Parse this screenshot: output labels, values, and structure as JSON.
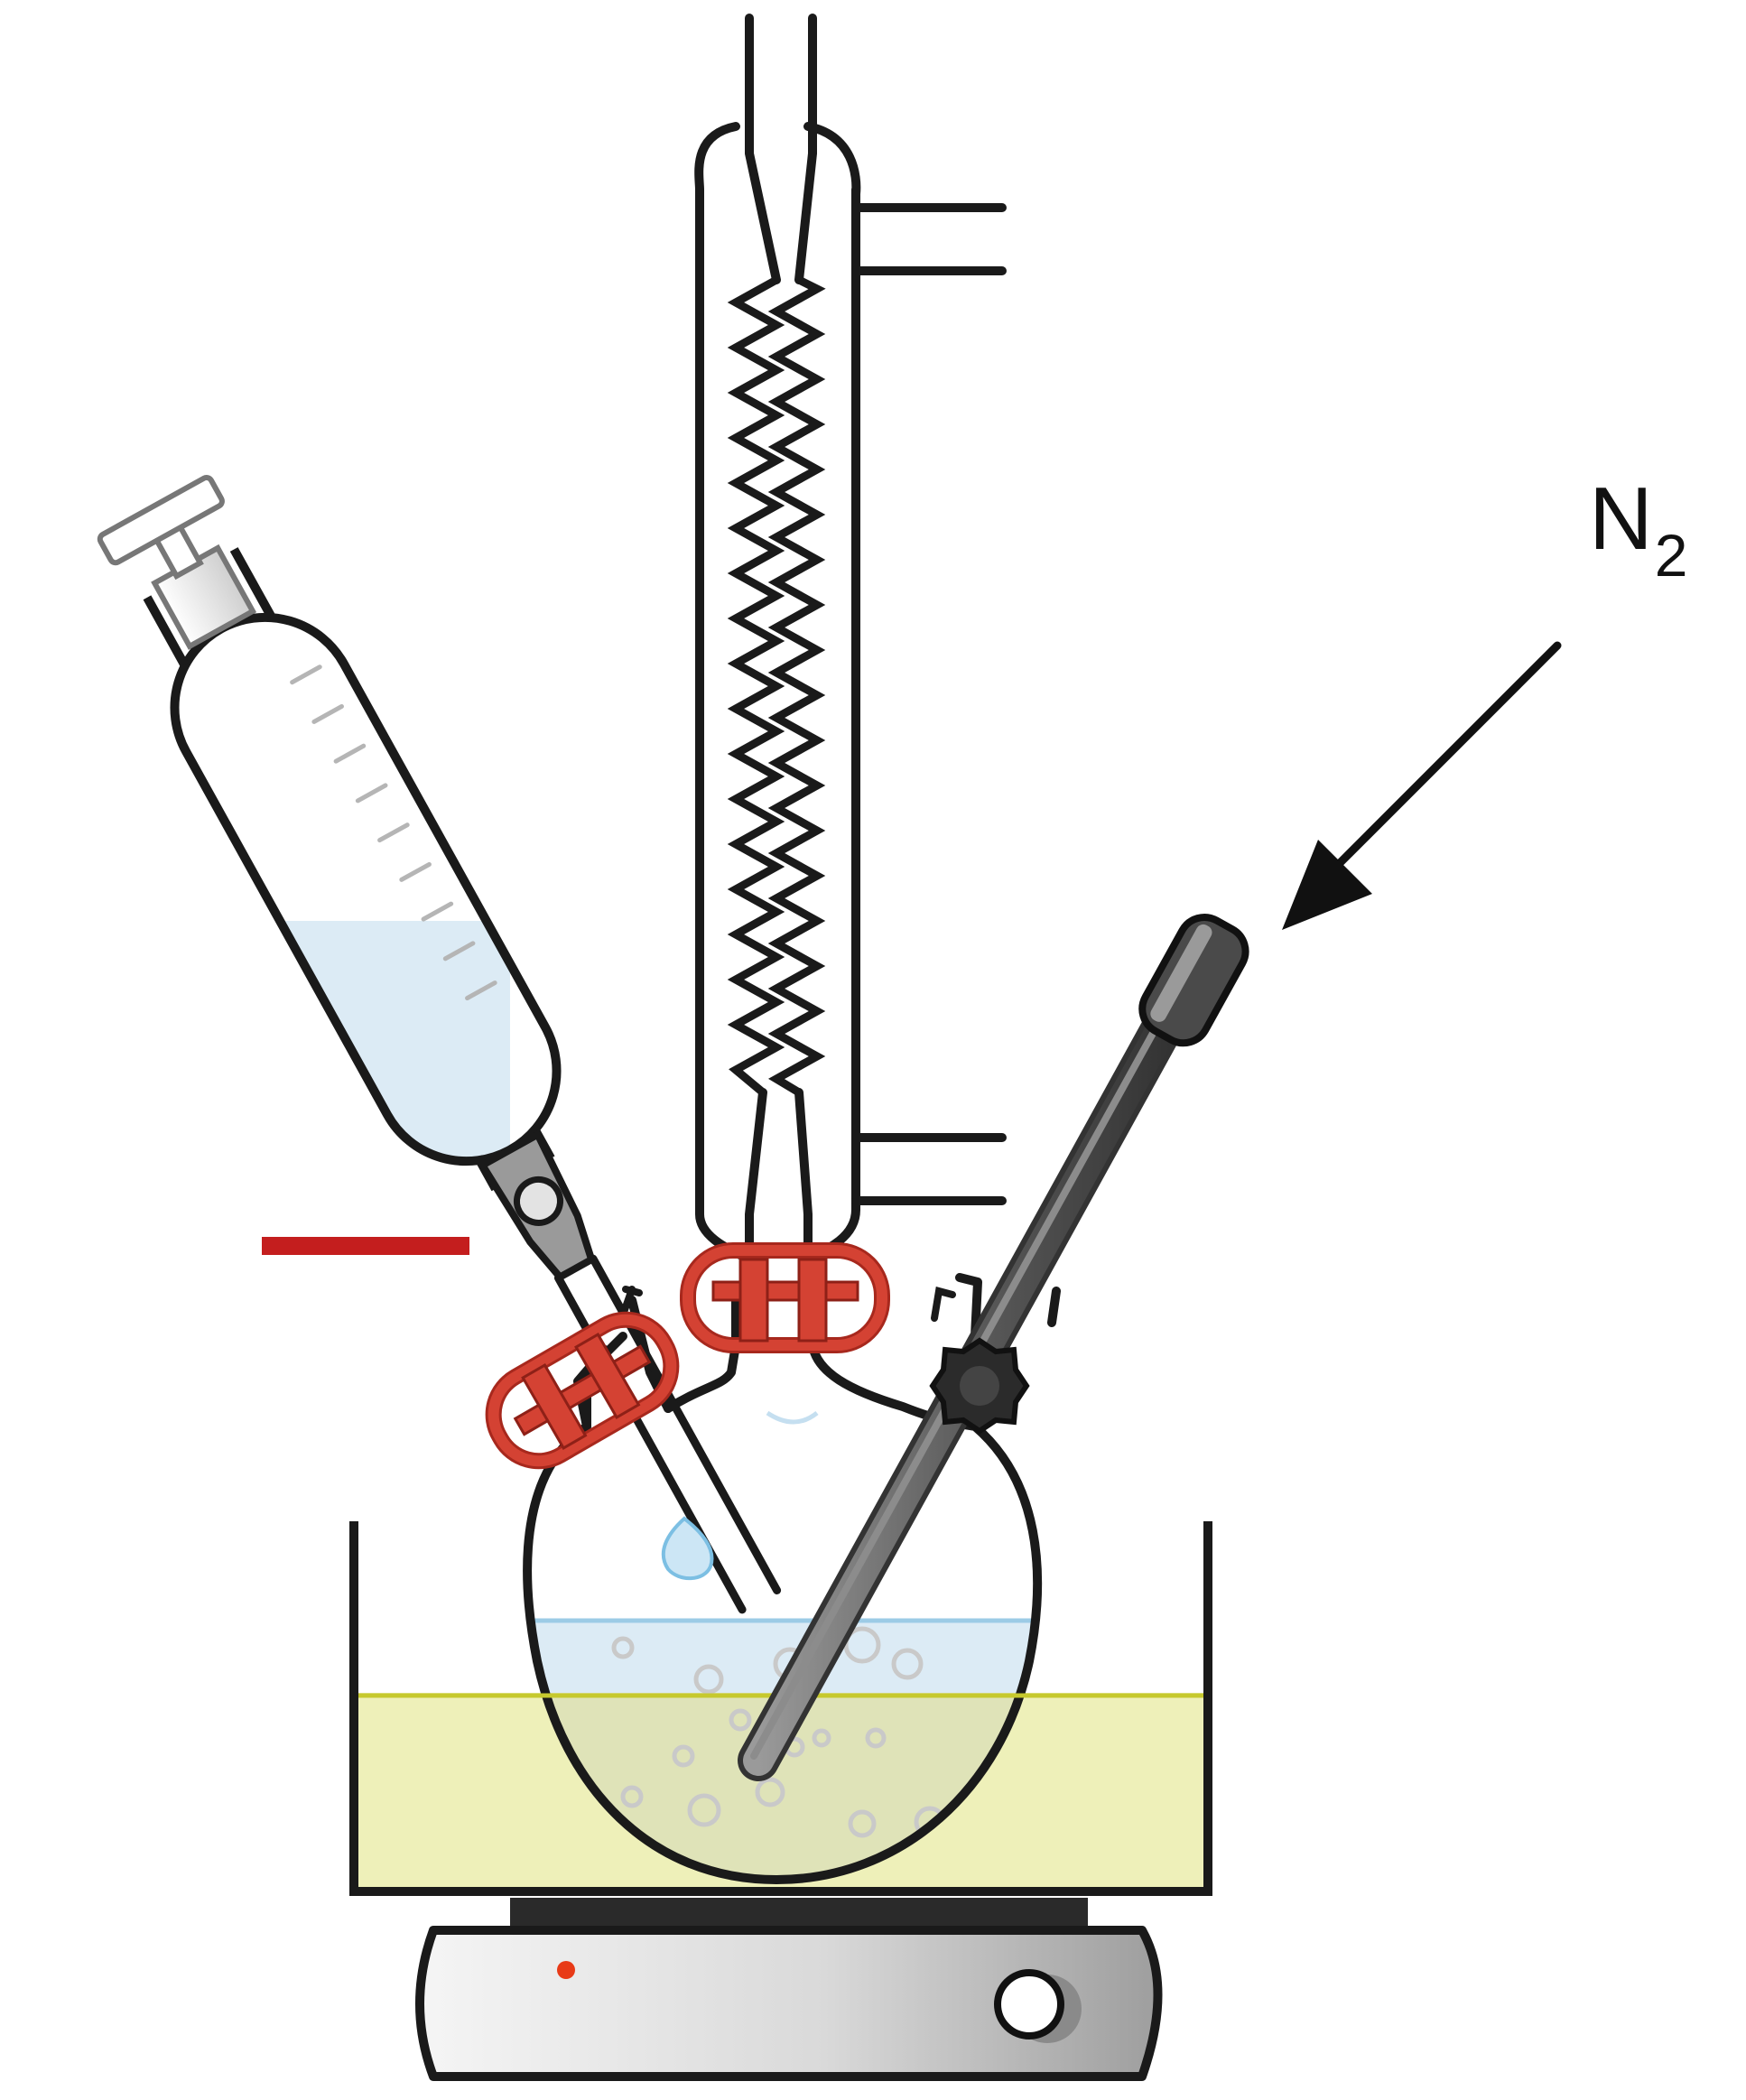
{
  "labels": {
    "gas_symbol": "N",
    "gas_subscript": "2"
  },
  "colors": {
    "outline": "#222222",
    "solvent": "#dcebf5",
    "solvent_line": "#9ccbe6",
    "bath": "#eef0b9",
    "bath_line": "#c6c92e",
    "clamp": "#d44233",
    "clamp_dark": "#8e2017",
    "stopcock_handle": "#c41e1e",
    "gas_tube": "#6b6b6b",
    "hotplate": "#dedede",
    "indicator_led": "#e83a17"
  },
  "components": [
    "addition-funnel",
    "reflux-condenser",
    "three-neck-flask",
    "gas-inlet-tube",
    "heating-bath",
    "hot-plate-stirrer"
  ]
}
